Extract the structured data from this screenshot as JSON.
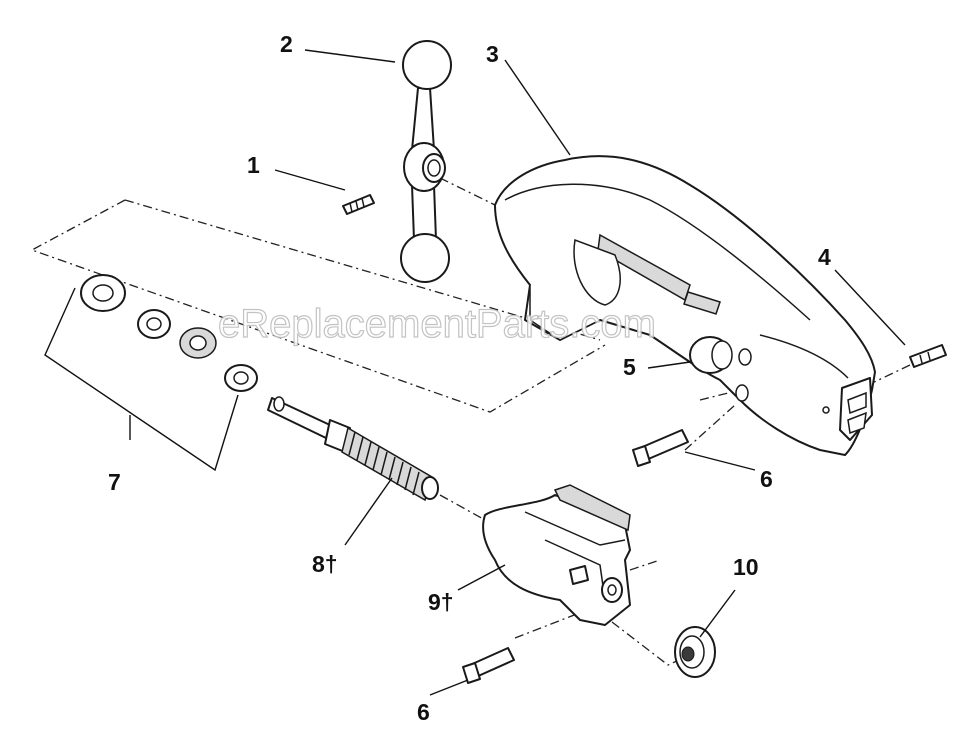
{
  "watermark": "eReplacementParts.com",
  "callouts": {
    "c1": "1",
    "c2": "2",
    "c3": "3",
    "c4": "4",
    "c5": "5",
    "c6a": "6",
    "c6b": "6",
    "c7": "7",
    "c8": "8†",
    "c9": "9†",
    "c10": "10"
  }
}
